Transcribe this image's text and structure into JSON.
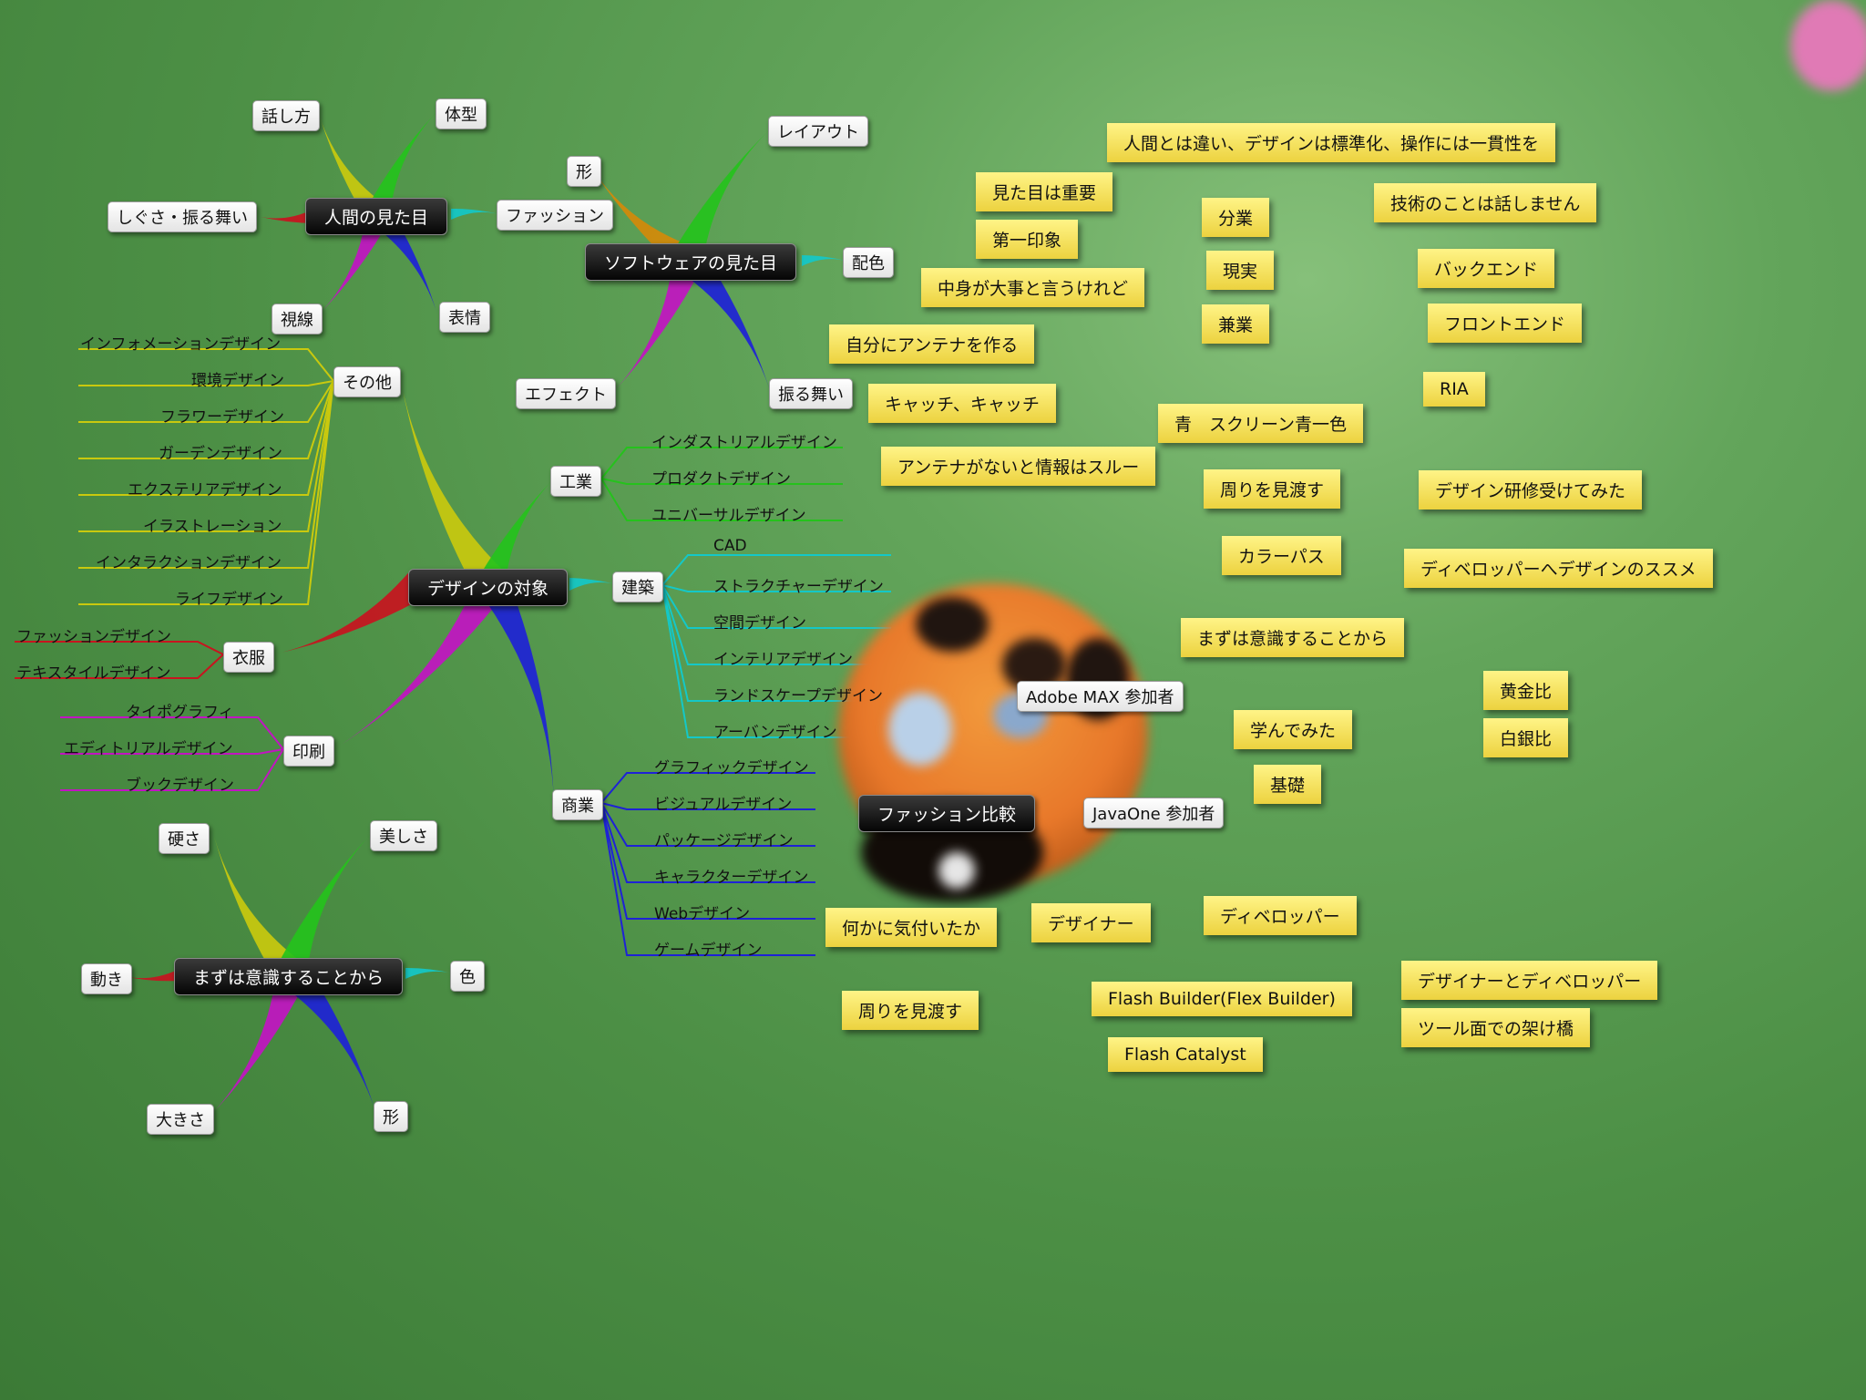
{
  "colors": {
    "red": "#c8141f",
    "yellow": "#c9c90e",
    "green": "#25c21c",
    "blue": "#1e22d6",
    "magenta": "#c214c2",
    "cyan": "#14c8c8",
    "orange": "#d48a0a",
    "sticky": "#f5e35a"
  },
  "mindmap": {
    "appearance": {
      "title": "人間の見た目",
      "children": [
        "話し方",
        "体型",
        "しぐさ・振る舞い",
        "ファッション",
        "視線",
        "表情"
      ]
    },
    "software_look": {
      "title": "ソフトウェアの見た目",
      "children": [
        "形",
        "レイアウト",
        "配色",
        "エフェクト",
        "振る舞い"
      ]
    },
    "design_target": {
      "title": "デザインの対象",
      "branches": {
        "other": {
          "label": "その他",
          "leaves": [
            "インフォメーションデザイン",
            "環境デザイン",
            "フラワーデザイン",
            "ガーデンデザイン",
            "エクステリアデザイン",
            "イラストレーション",
            "インタラクションデザイン",
            "ライフデザイン"
          ]
        },
        "clothing": {
          "label": "衣服",
          "leaves": [
            "ファッションデザイン",
            "テキスタイルデザイン"
          ]
        },
        "print": {
          "label": "印刷",
          "leaves": [
            "タイポグラフィ",
            "エディトリアルデザイン",
            "ブックデザイン"
          ]
        },
        "industry": {
          "label": "工業",
          "leaves": [
            "インダストリアルデザイン",
            "プロダクトデザイン",
            "ユニバーサルデザイン"
          ]
        },
        "architecture": {
          "label": "建築",
          "leaves": [
            "CAD",
            "ストラクチャーデザイン",
            "空間デザイン",
            "インテリアデザイン",
            "ランドスケープデザイン",
            "アーバンデザイン"
          ]
        },
        "commerce": {
          "label": "商業",
          "leaves": [
            "グラフィックデザイン",
            "ビジュアルデザイン",
            "パッケージデザイン",
            "キャラクターデザイン",
            "Webデザイン",
            "ゲームデザイン"
          ]
        }
      }
    },
    "awareness": {
      "title": "まずは意識することから",
      "children": [
        "硬さ",
        "美しさ",
        "動き",
        "色",
        "大きさ",
        "形"
      ]
    },
    "fashion_compare": {
      "title": "ファッション比較",
      "children": [
        "Adobe MAX 参加者",
        "JavaOne 参加者"
      ]
    }
  },
  "stickies": [
    "人間とは違い、デザインは標準化、操作には一貫性を",
    "見た目は重要",
    "第一印象",
    "中身が大事と言うけれど",
    "分業",
    "現実",
    "兼業",
    "技術のことは話しません",
    "バックエンド",
    "フロントエンド",
    "RIA",
    "自分にアンテナを作る",
    "キャッチ、キャッチ",
    "アンテナがないと情報はスルー",
    "青　スクリーン青一色",
    "周りを見渡す",
    "デザイン研修受けてみた",
    "カラーパス",
    "ディベロッパーへデザインのススメ",
    "まずは意識することから",
    "黄金比",
    "白銀比",
    "学んでみた",
    "基礎",
    "何かに気付いたか",
    "デザイナー",
    "ディベロッパー",
    "デザイナーとディベロッパー",
    "ツール面での架け橋",
    "周りを見渡す",
    "Flash Builder(Flex Builder)",
    "Flash Catalyst"
  ]
}
